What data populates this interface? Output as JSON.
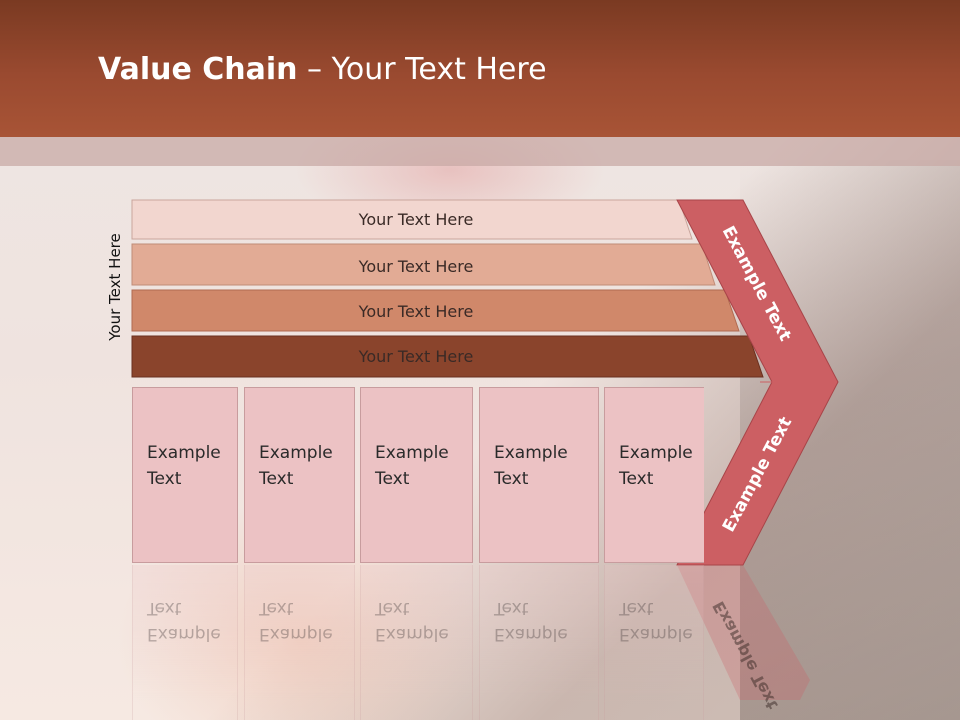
{
  "header": {
    "title_bold": "Value Chain",
    "title_rest": " – Your Text Here"
  },
  "side_label": "Your Text Here",
  "bars": [
    {
      "label": "Your Text Here",
      "color": "#f2d6cf"
    },
    {
      "label": "Your Text Here",
      "color": "#e2ab95"
    },
    {
      "label": "Your Text Here",
      "color": "#d0886a"
    },
    {
      "label": "Your Text Here",
      "color": "#8a442c"
    }
  ],
  "columns": [
    {
      "line1": "Example",
      "line2": "Text"
    },
    {
      "line1": "Example",
      "line2": "Text"
    },
    {
      "line1": "Example",
      "line2": "Text"
    },
    {
      "line1": "Example",
      "line2": "Text"
    },
    {
      "line1": "Example",
      "line2": "Text"
    }
  ],
  "arrow": {
    "upper_label": "Example Text",
    "lower_label": "Example Text",
    "color": "#cc5f63"
  },
  "colors": {
    "header": "#9a4a30",
    "column_fill": "#ecc2c4"
  }
}
